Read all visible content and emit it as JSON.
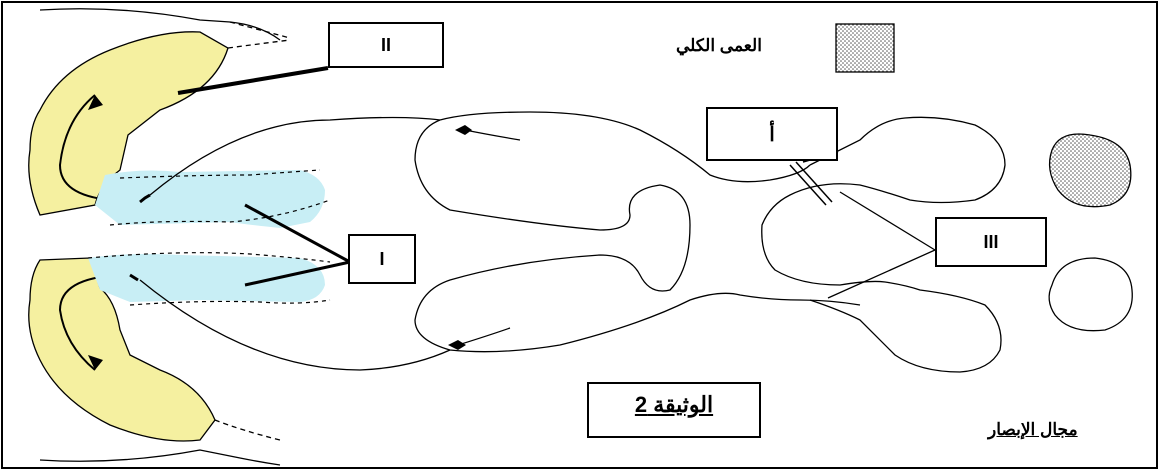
{
  "labels": {
    "II": "II",
    "I": "I",
    "III": "III",
    "A": "أ"
  },
  "legend": {
    "text": "العمى الكلي",
    "swatch": "dotted-gray-square"
  },
  "document_title": "الوثيقة 2",
  "visual_field_caption": "مجال الإبصار",
  "colors": {
    "visual_cortex": "#f5f0a0",
    "optic_radiation": "#c8eef5",
    "outline": "#000000",
    "blindness_dots": "#555555"
  }
}
